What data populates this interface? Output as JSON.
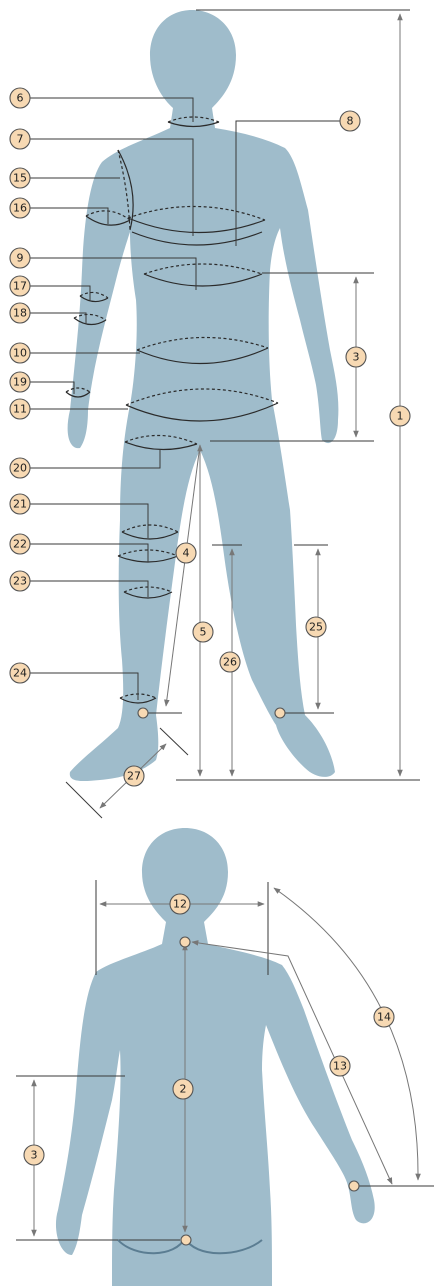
{
  "figure": {
    "front_view": {
      "labels": {
        "n1": "1",
        "n3": "3",
        "n4": "4",
        "n5": "5",
        "n6": "6",
        "n7": "7",
        "n8": "8",
        "n9": "9",
        "n10": "10",
        "n11": "11",
        "n15": "15",
        "n16": "16",
        "n17": "17",
        "n18": "18",
        "n19": "19",
        "n20": "20",
        "n21": "21",
        "n22": "22",
        "n23": "23",
        "n24": "24",
        "n25": "25",
        "n26": "26",
        "n27": "27"
      }
    },
    "back_view": {
      "labels": {
        "n2": "2",
        "n3": "3",
        "n12": "12",
        "n13": "13",
        "n14": "14"
      }
    },
    "colors": {
      "body": "#9fbccb",
      "badge": "#f7d9b3",
      "line": "#3a3a3a",
      "arrow": "#777777"
    }
  }
}
